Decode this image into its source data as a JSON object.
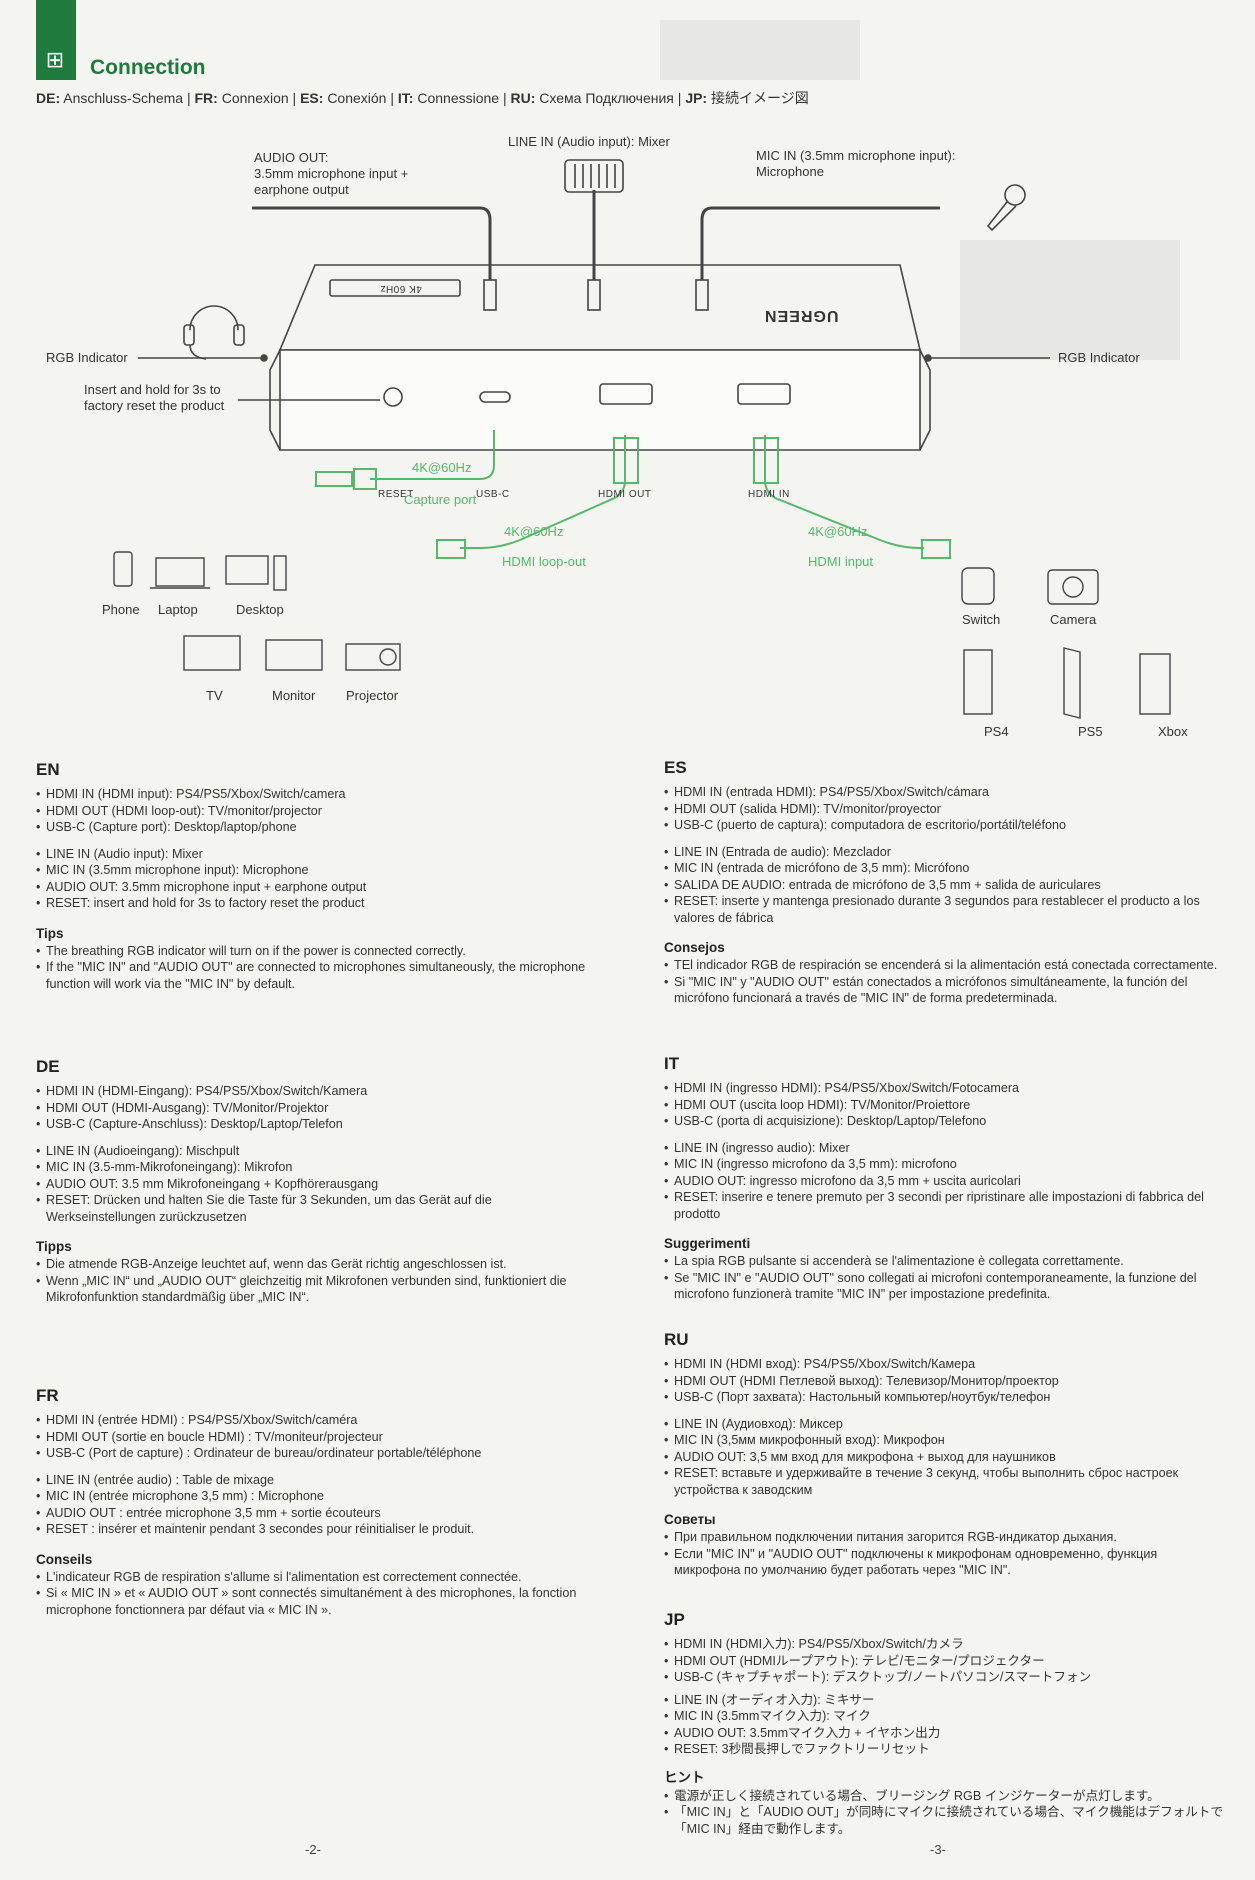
{
  "header": {
    "title": "Connection",
    "icon": "connection-diagram-icon",
    "subtitle_parts": [
      {
        "code": "DE:",
        "text": "Anschluss-Schema"
      },
      {
        "code": "FR:",
        "text": "Connexion"
      },
      {
        "code": "ES:",
        "text": "Conexión"
      },
      {
        "code": "IT:",
        "text": "Connessione"
      },
      {
        "code": "RU:",
        "text": "Схема Подключения"
      },
      {
        "code": "JP:",
        "text": "接続イメージ図"
      }
    ]
  },
  "diagram": {
    "audio_out_title": "AUDIO OUT:",
    "audio_out_line1": "3.5mm microphone input +",
    "audio_out_line2": "earphone output",
    "line_in_title": "LINE IN (Audio input):",
    "line_in_desc": "Mixer",
    "mic_in_title": "MIC IN (3.5mm microphone input):",
    "mic_in_desc": "Microphone",
    "rgb_left": "RGB Indicator",
    "rgb_right": "RGB Indicator",
    "reset_hint_1": "Insert and hold for 3s to",
    "reset_hint_2": "factory reset the product",
    "brand": "UGREEN",
    "top_badge": "4K 60Hz",
    "port_reset": "RESET",
    "port_usbc": "USB-C",
    "port_hdmi_out": "HDMI OUT",
    "port_hdmi_in": "HDMI IN",
    "usb_speed": "4K@60Hz",
    "capture_port": "Capture port",
    "loop_speed": "4K@60Hz",
    "loop_label": "HDMI loop-out",
    "in_speed": "4K@60Hz",
    "in_label": "HDMI input",
    "devices_left_top": [
      "Phone",
      "Laptop",
      "Desktop"
    ],
    "devices_left_bottom": [
      "TV",
      "Monitor",
      "Projector"
    ],
    "devices_right_top": [
      "Switch",
      "Camera"
    ],
    "devices_right_bottom": [
      "PS4",
      "PS5",
      "Xbox"
    ]
  },
  "sections": {
    "en": {
      "code": "EN",
      "group1": [
        "HDMI IN (HDMI input): PS4/PS5/Xbox/Switch/camera",
        "HDMI OUT (HDMI loop-out): TV/monitor/projector",
        "USB-C (Capture port): Desktop/laptop/phone"
      ],
      "group2": [
        "LINE IN (Audio input): Mixer",
        "MIC IN (3.5mm microphone input): Microphone",
        "AUDIO OUT: 3.5mm microphone input + earphone output",
        "RESET: insert and hold for 3s to factory reset the product"
      ],
      "tips_title": "Tips",
      "tips": [
        "The breathing RGB indicator will turn on if the power is connected correctly.",
        "If the \"MIC IN\" and \"AUDIO OUT\" are connected to microphones simultaneously, the microphone function will work via the \"MIC IN\" by default."
      ]
    },
    "de": {
      "code": "DE",
      "group1": [
        "HDMI IN (HDMI-Eingang): PS4/PS5/Xbox/Switch/Kamera",
        "HDMI OUT (HDMI-Ausgang): TV/Monitor/Projektor",
        "USB-C (Capture-Anschluss): Desktop/Laptop/Telefon"
      ],
      "group2": [
        "LINE IN (Audioeingang): Mischpult",
        "MIC IN (3.5-mm-Mikrofoneingang): Mikrofon",
        "AUDIO OUT: 3.5 mm Mikrofoneingang + Kopfhörerausgang",
        "RESET: Drücken und halten Sie die Taste für 3 Sekunden, um das Gerät auf die Werkseinstellungen zurückzusetzen"
      ],
      "tips_title": "Tipps",
      "tips": [
        "Die atmende RGB-Anzeige leuchtet auf, wenn das Gerät richtig angeschlossen ist.",
        "Wenn „MIC IN“ und „AUDIO OUT“ gleichzeitig mit Mikrofonen verbunden sind, funktioniert die Mikrofonfunktion standardmäßig über „MIC IN“."
      ]
    },
    "fr": {
      "code": "FR",
      "group1": [
        "HDMI IN (entrée HDMI) : PS4/PS5/Xbox/Switch/caméra",
        "HDMI OUT  (sortie en boucle HDMI) : TV/moniteur/projecteur",
        "USB-C (Port de capture) : Ordinateur de bureau/ordinateur portable/téléphone"
      ],
      "group2": [
        "LINE IN (entrée audio) : Table de mixage",
        "MIC IN (entrée microphone 3,5 mm) : Microphone",
        "AUDIO OUT : entrée microphone 3,5 mm + sortie écouteurs",
        "RESET : insérer et maintenir pendant 3 secondes pour réinitialiser le produit."
      ],
      "tips_title": "Conseils",
      "tips": [
        "L'indicateur RGB de respiration s'allume si l'alimentation est correctement connectée.",
        "Si « MIC IN » et « AUDIO OUT » sont connectés simultanément à des microphones, la fonction microphone fonctionnera par défaut via « MIC IN »."
      ]
    },
    "es": {
      "code": "ES",
      "group1": [
        "HDMI IN (entrada HDMI): PS4/PS5/Xbox/Switch/cámara",
        "HDMI OUT (salida HDMI): TV/monitor/proyector",
        "USB-C (puerto de captura): computadora de escritorio/portátil/teléfono"
      ],
      "group2": [
        "LINE IN (Entrada de audio): Mezclador",
        "MIC IN (entrada de micrófono de 3,5 mm): Micrófono",
        "SALIDA DE AUDIO: entrada de micrófono de 3,5 mm + salida de auriculares",
        "RESET: inserte y mantenga presionado durante 3 segundos para restablecer el producto a los valores de fábrica"
      ],
      "tips_title": "Consejos",
      "tips": [
        "TEl indicador RGB de respiración se encenderá si la alimentación está conectada correctamente.",
        "Si \"MIC IN\" y \"AUDIO OUT\" están conectados a micrófonos simultáneamente, la función del micrófono funcionará a través de \"MIC IN\" de forma predeterminada."
      ]
    },
    "it": {
      "code": "IT",
      "group1": [
        "HDMI IN (ingresso HDMI): PS4/PS5/Xbox/Switch/Fotocamera",
        "HDMI OUT (uscita loop HDMI): TV/Monitor/Proiettore",
        "USB-C (porta di acquisizione): Desktop/Laptop/Telefono"
      ],
      "group2": [
        "LINE IN (ingresso audio): Mixer",
        "MIC IN (ingresso microfono da 3,5 mm): microfono",
        "AUDIO OUT: ingresso microfono da 3,5 mm + uscita auricolari",
        "RESET: inserire e tenere premuto per 3 secondi per ripristinare alle impostazioni di fabbrica del prodotto"
      ],
      "tips_title": "Suggerimenti",
      "tips": [
        "La spia RGB pulsante si accenderà se l'alimentazione è collegata correttamente.",
        "Se \"MIC IN\" e \"AUDIO OUT\" sono collegati ai microfoni contemporaneamente, la funzione del microfono funzionerà tramite \"MIC IN\" per impostazione predefinita."
      ]
    },
    "ru": {
      "code": "RU",
      "group1": [
        "HDMI IN (HDMI вход): PS4/PS5/Xbox/Switch/Камера",
        "HDMI OUT (HDMI Петлевой выход): Телевизор/Монитор/проектор",
        "USB-C (Порт захвата): Настольный компьютер/ноутбук/телефон"
      ],
      "group2": [
        "LINE IN (Аудиовход): Миксер",
        "MIC IN (3,5мм микрофонный вход): Микрофон",
        "AUDIO OUT: 3,5 мм вход для микрофона + выход для наушников",
        "RESET: вставьте и удерживайте в течение 3 секунд, чтобы выполнить сброс настроек устройства к заводским"
      ],
      "tips_title": "Советы",
      "tips": [
        "При правильном подключении питания загорится RGB-индикатор дыхания.",
        "Если \"MIC IN\" и \"AUDIO OUT\" подключены к микрофонам одновременно, функция микрофона по умолчанию будет работать через \"MIC IN\"."
      ]
    },
    "jp": {
      "code": "JP",
      "group1": [
        "HDMI IN (HDMI入力): PS4/PS5/Xbox/Switch/カメラ",
        "HDMI OUT (HDMIループアウト): テレビ/モニター/プロジェクター",
        "USB-C (キャプチャポート): デスクトップ/ノートパソコン/スマートフォン"
      ],
      "group2": [
        "LINE IN (オーディオ入力): ミキサー",
        "MIC IN (3.5mmマイク入力): マイク",
        "AUDIO OUT: 3.5mmマイク入力 + イヤホン出力",
        "RESET: 3秒間長押しでファクトリーリセット"
      ],
      "tips_title": "ヒント",
      "tips": [
        "電源が正しく接続されている場合、ブリージング RGB インジケーターが点灯します。",
        "「MIC IN」と「AUDIO OUT」が同時にマイクに接続されている場合、マイク機能はデフォルトで「MIC IN」経由で動作します。"
      ]
    }
  },
  "page_numbers": {
    "left": "-2-",
    "right": "-3-"
  },
  "colors": {
    "brand_green": "#1f7a3e",
    "cable_green": "#57b86b",
    "line": "#444444"
  }
}
